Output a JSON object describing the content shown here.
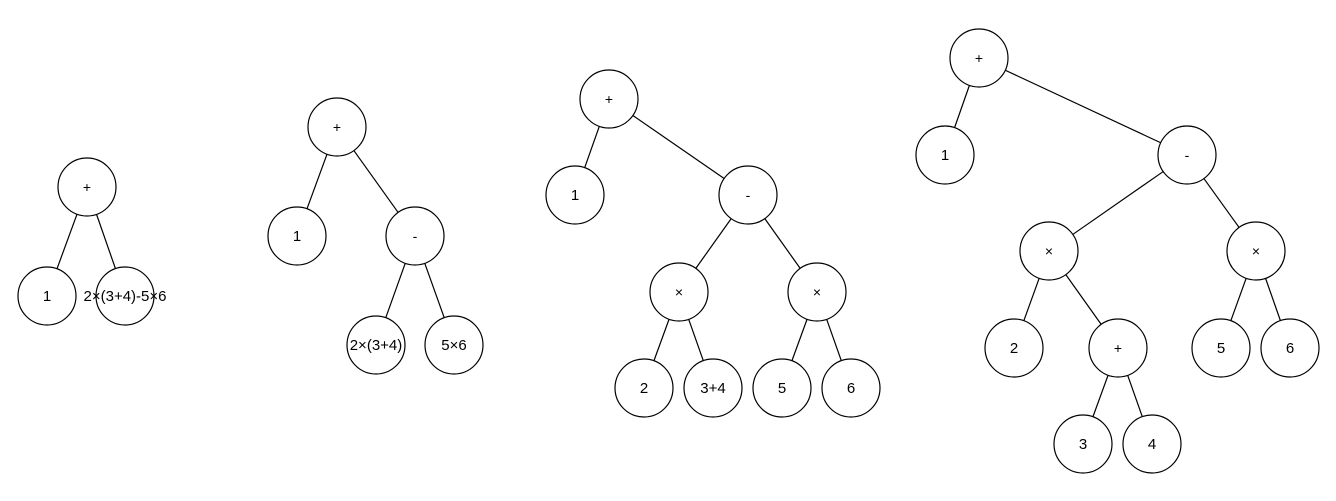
{
  "trees": [
    {
      "nodes": [
        {
          "id": "t1-plus",
          "label": "+"
        },
        {
          "id": "t1-one",
          "label": "1"
        },
        {
          "id": "t1-rest",
          "label": "2×(3+4)-5×6"
        }
      ],
      "edges": [
        [
          "t1-plus",
          "t1-one"
        ],
        [
          "t1-plus",
          "t1-rest"
        ]
      ]
    },
    {
      "nodes": [
        {
          "id": "t2-plus",
          "label": "+"
        },
        {
          "id": "t2-one",
          "label": "1"
        },
        {
          "id": "t2-minus",
          "label": "-"
        },
        {
          "id": "t2-prod1",
          "label": "2×(3+4)"
        },
        {
          "id": "t2-prod2",
          "label": "5×6"
        }
      ],
      "edges": [
        [
          "t2-plus",
          "t2-one"
        ],
        [
          "t2-plus",
          "t2-minus"
        ],
        [
          "t2-minus",
          "t2-prod1"
        ],
        [
          "t2-minus",
          "t2-prod2"
        ]
      ]
    },
    {
      "nodes": [
        {
          "id": "t3-plus",
          "label": "+"
        },
        {
          "id": "t3-one",
          "label": "1"
        },
        {
          "id": "t3-minus",
          "label": "-"
        },
        {
          "id": "t3-times1",
          "label": "×"
        },
        {
          "id": "t3-times2",
          "label": "×"
        },
        {
          "id": "t3-two",
          "label": "2"
        },
        {
          "id": "t3-sum",
          "label": "3+4"
        },
        {
          "id": "t3-five",
          "label": "5"
        },
        {
          "id": "t3-six",
          "label": "6"
        }
      ],
      "edges": [
        [
          "t3-plus",
          "t3-one"
        ],
        [
          "t3-plus",
          "t3-minus"
        ],
        [
          "t3-minus",
          "t3-times1"
        ],
        [
          "t3-minus",
          "t3-times2"
        ],
        [
          "t3-times1",
          "t3-two"
        ],
        [
          "t3-times1",
          "t3-sum"
        ],
        [
          "t3-times2",
          "t3-five"
        ],
        [
          "t3-times2",
          "t3-six"
        ]
      ]
    },
    {
      "nodes": [
        {
          "id": "t4-plus",
          "label": "+"
        },
        {
          "id": "t4-one",
          "label": "1"
        },
        {
          "id": "t4-minus",
          "label": "-"
        },
        {
          "id": "t4-times1",
          "label": "×"
        },
        {
          "id": "t4-times2",
          "label": "×"
        },
        {
          "id": "t4-two",
          "label": "2"
        },
        {
          "id": "t4-plus2",
          "label": "+"
        },
        {
          "id": "t4-five",
          "label": "5"
        },
        {
          "id": "t4-six",
          "label": "6"
        },
        {
          "id": "t4-three",
          "label": "3"
        },
        {
          "id": "t4-four",
          "label": "4"
        }
      ],
      "edges": [
        [
          "t4-plus",
          "t4-one"
        ],
        [
          "t4-plus",
          "t4-minus"
        ],
        [
          "t4-minus",
          "t4-times1"
        ],
        [
          "t4-minus",
          "t4-times2"
        ],
        [
          "t4-times1",
          "t4-two"
        ],
        [
          "t4-times1",
          "t4-plus2"
        ],
        [
          "t4-times2",
          "t4-five"
        ],
        [
          "t4-times2",
          "t4-six"
        ],
        [
          "t4-plus2",
          "t4-three"
        ],
        [
          "t4-plus2",
          "t4-four"
        ]
      ]
    }
  ]
}
